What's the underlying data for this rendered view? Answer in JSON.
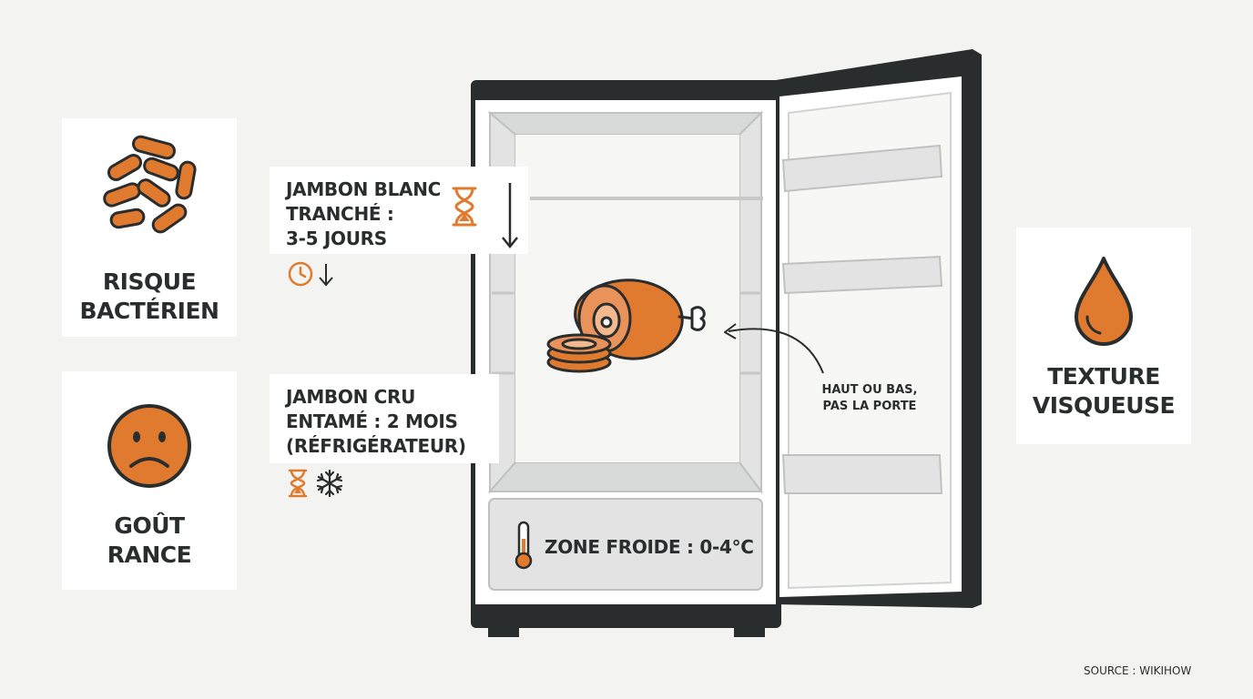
{
  "left_cards": [
    {
      "title_line1": "RISQUE",
      "title_line2": "BACTÉRIEN",
      "icon": "bacteria-icon"
    },
    {
      "title_line1": "GOÛT",
      "title_line2": "RANCE",
      "icon": "sad-face-icon"
    }
  ],
  "right_card": {
    "title_line1": "TEXTURE",
    "title_line2": "VISQUEUSE",
    "icon": "droplet-icon"
  },
  "notes": {
    "jambon_blanc": {
      "line1": "JAMBON BLANC",
      "line2": "TRANCHÉ :",
      "line3": "3-5 JOURS"
    },
    "jambon_cru": {
      "line1": "JAMBON CRU",
      "line2": "ENTAMÉ : 2 MOIS",
      "line3": "(RÉFRIGÉRATEUR)"
    }
  },
  "fridge": {
    "zone_label": "ZONE FROIDE : 0-4°C",
    "placement_line1": "HAUT OU BAS,",
    "placement_line2": "PAS LA PORTE"
  },
  "source": "SOURCE : WIKIHOW",
  "colors": {
    "accent": "#e07a2e",
    "dark": "#2a2d2d",
    "panel": "#ffffff",
    "background": "#f3f3f2"
  }
}
